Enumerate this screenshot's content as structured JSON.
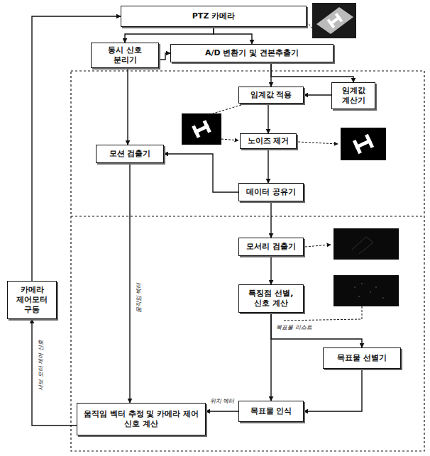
{
  "diagram": {
    "nodes": [
      {
        "text": [
          "PTZ 카메라"
        ]
      },
      {
        "text": [
          "동시 신호 분리기"
        ]
      },
      {
        "text": [
          "A/D 변환기 및 견본추출기"
        ]
      },
      {
        "text": [
          "임계값 적용"
        ]
      },
      {
        "text": [
          "임계값 계산기"
        ]
      },
      {
        "text": [
          "노이즈 제거"
        ]
      },
      {
        "text": [
          "모션 검출기"
        ]
      },
      {
        "text": [
          "데이터 공유기"
        ]
      },
      {
        "text": [
          "모서리 검출기"
        ]
      },
      {
        "text": [
          "특징점 선별, 신호 계산"
        ]
      },
      {
        "text": [
          "목표물 선별기"
        ]
      },
      {
        "text": [
          "카메라 제어모터 구동"
        ]
      },
      {
        "text": [
          "목표물 인식"
        ]
      },
      {
        "text": [
          "움직임 벡터 추정 및 카메라 제어 신호 계산"
        ]
      }
    ],
    "edges": [
      {
        "from": 0,
        "to": 1,
        "arrow": "to"
      },
      {
        "from": 0,
        "to": 2,
        "arrow": "to"
      },
      {
        "from": 1,
        "to": 2,
        "arrow": "to"
      },
      {
        "from": 1,
        "to": 6,
        "arrow": "to"
      },
      {
        "from": 2,
        "to": 3,
        "arrow": "to"
      },
      {
        "from": 2,
        "to": 4,
        "arrow": "to"
      },
      {
        "from": 4,
        "to": 3,
        "arrow": "to"
      },
      {
        "from": 3,
        "to": 5,
        "arrow": "to"
      },
      {
        "from": 5,
        "to": 7,
        "arrow": "to"
      },
      {
        "from": 7,
        "to": 6,
        "arrow": "to"
      },
      {
        "from": 7,
        "to": 8,
        "arrow": "to"
      },
      {
        "from": 8,
        "to": 9,
        "arrow": "to"
      },
      {
        "from": 9,
        "to": 10,
        "label": "목표물 리스트",
        "arrow": "to"
      },
      {
        "from": 9,
        "to": 12,
        "arrow": "to"
      },
      {
        "from": 10,
        "to": 12,
        "arrow": "to"
      },
      {
        "from": 12,
        "to": 13,
        "label": "위치 벡터",
        "arrow": "to"
      },
      {
        "from": 6,
        "to": 13,
        "label": "움직임 벡터",
        "arrow": "to"
      },
      {
        "from": 13,
        "to": 11,
        "label": "서보 모터 제어 신호",
        "arrow": "to"
      },
      {
        "from": 11,
        "to": 0,
        "arrow": "to"
      }
    ]
  }
}
